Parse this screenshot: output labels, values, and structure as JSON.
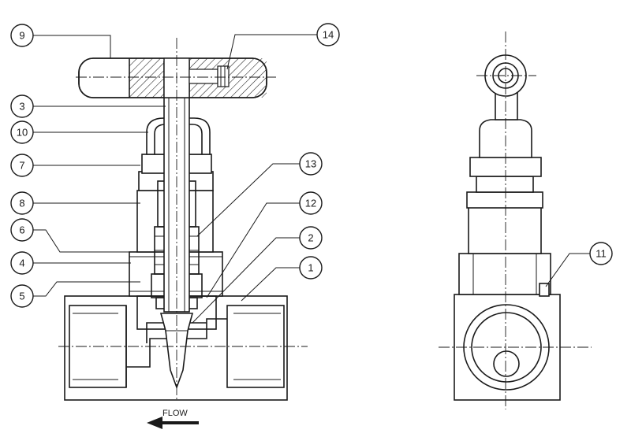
{
  "figure": {
    "part_numbers": [
      "1",
      "2",
      "3",
      "4",
      "5",
      "6",
      "7",
      "8",
      "9",
      "10",
      "11",
      "12",
      "13",
      "14"
    ],
    "flow_label": "FLOW",
    "line_color": "#1a1a1a",
    "hatch_color": "#1a1a1a"
  }
}
